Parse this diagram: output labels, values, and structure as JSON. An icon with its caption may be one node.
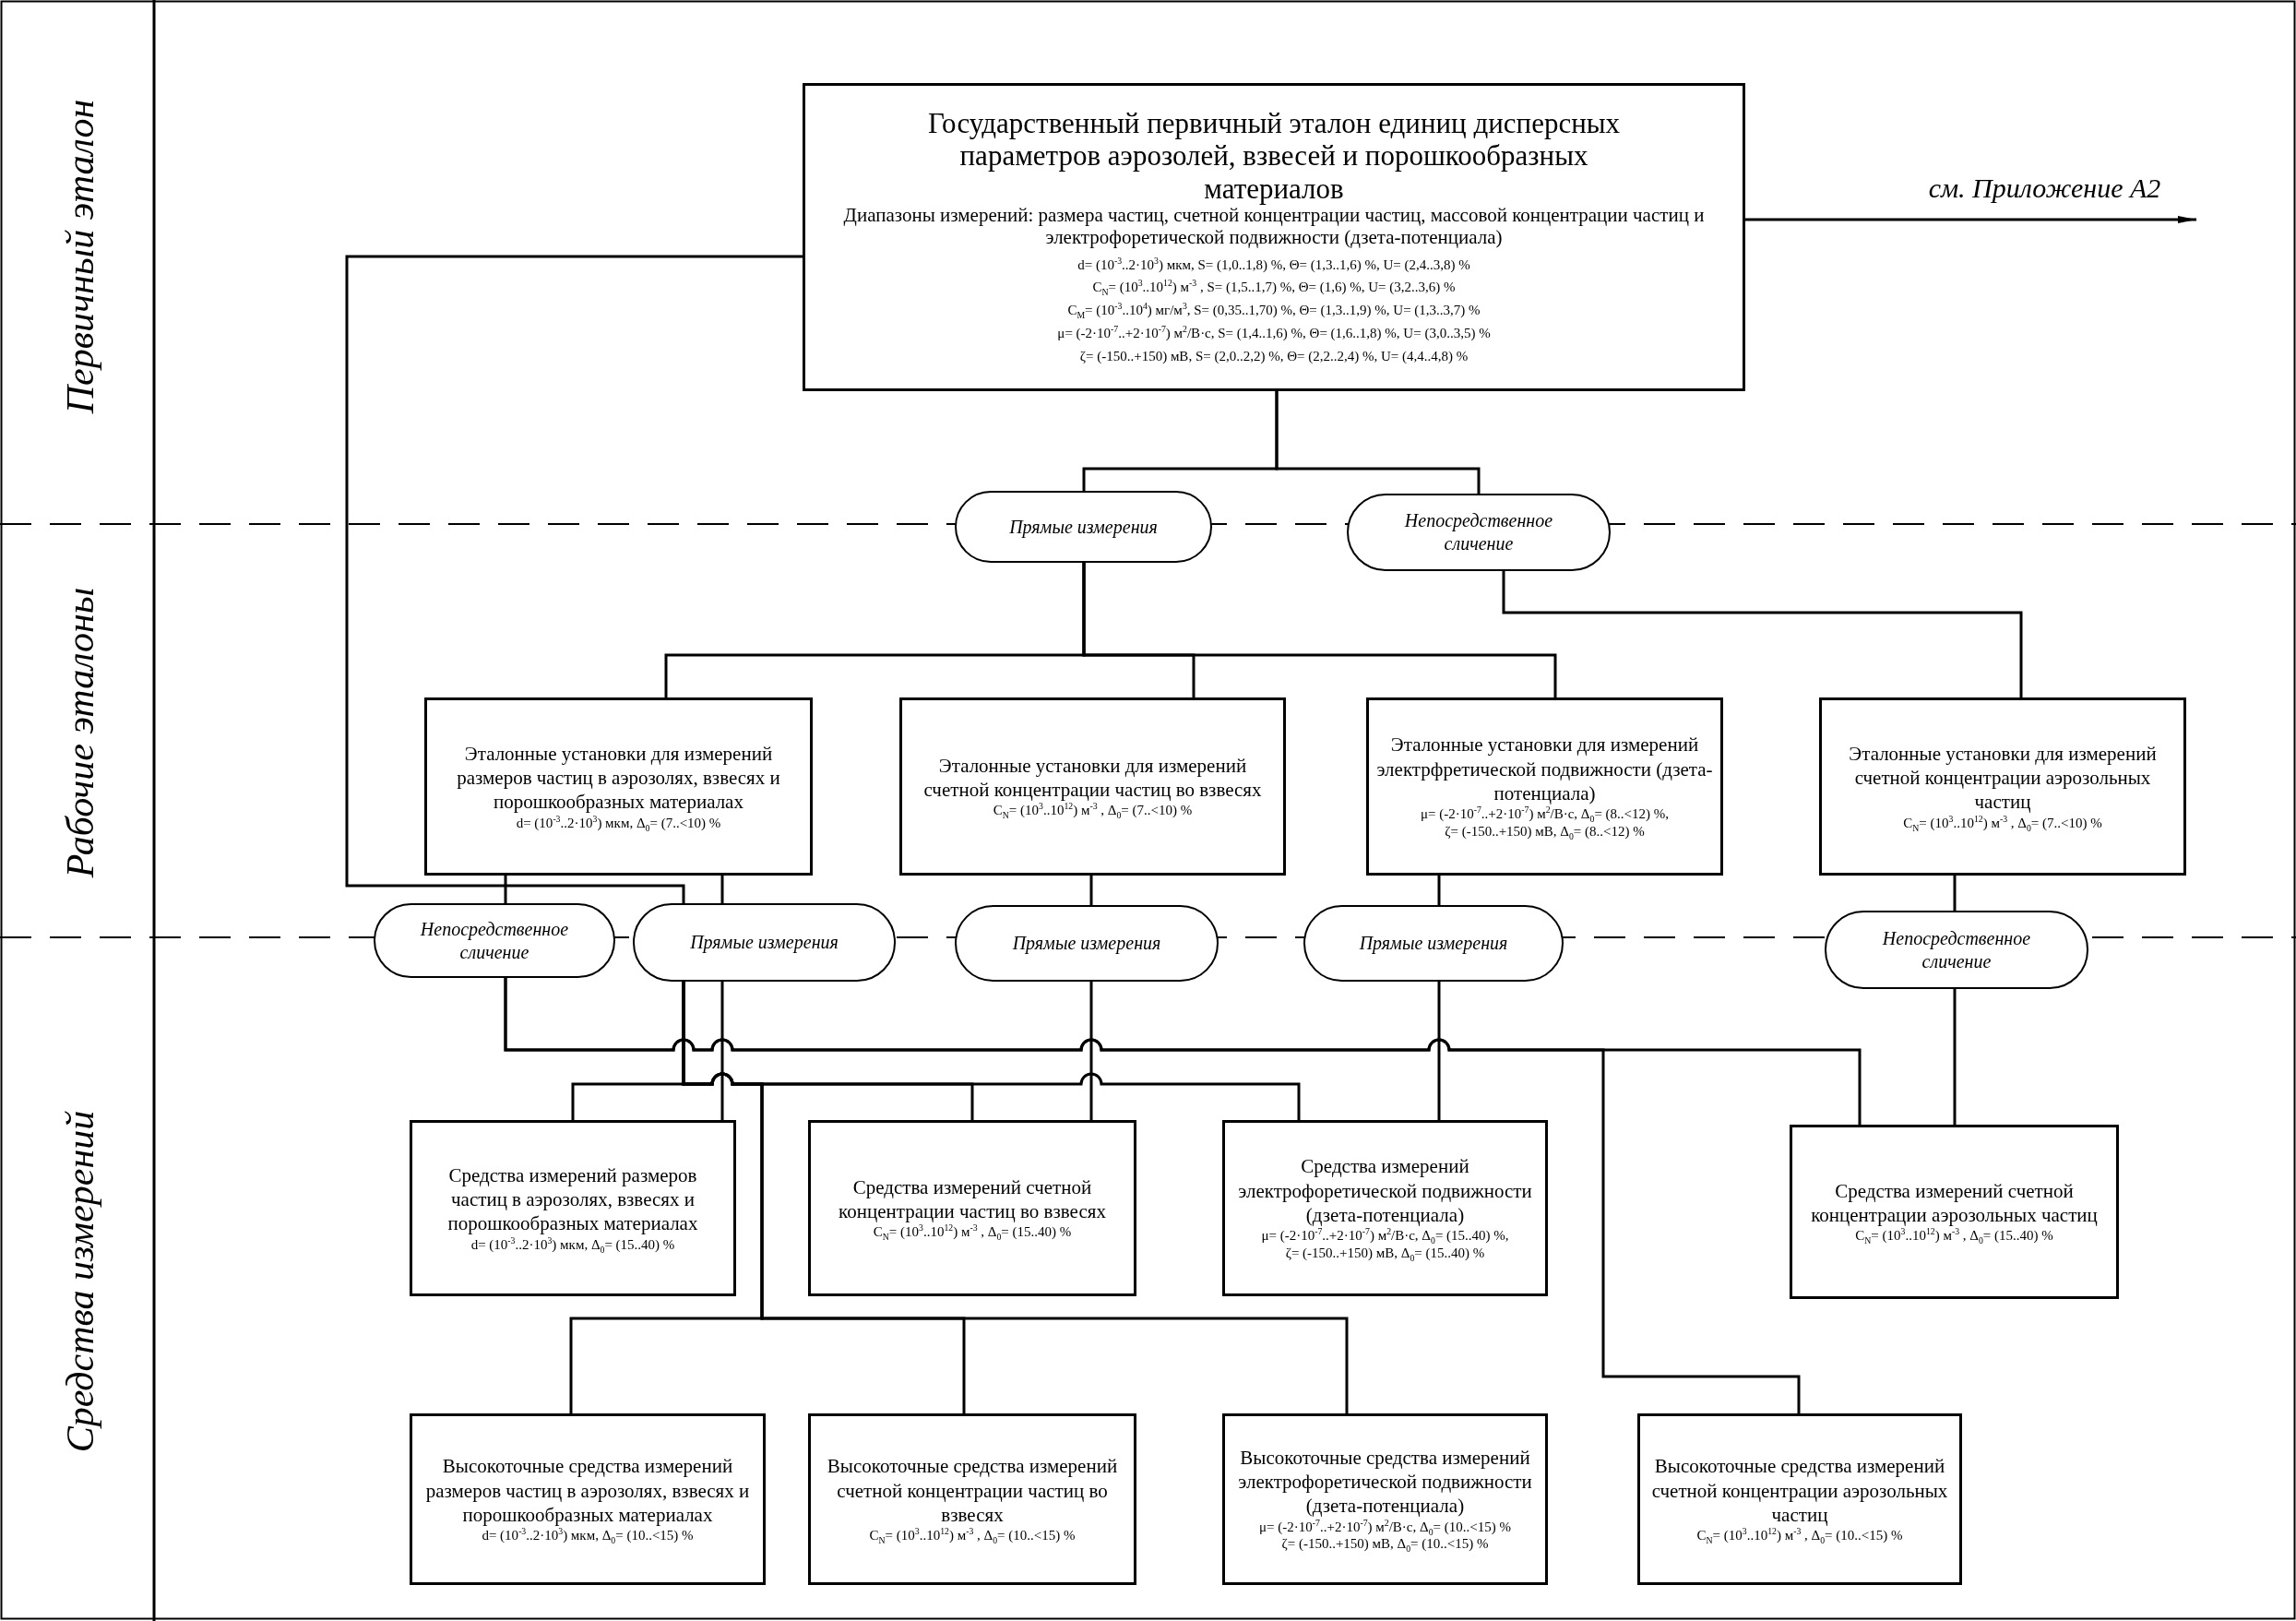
{
  "diagram": {
    "nodes": [
      {
        "text": [
          "Государственный первичный эталон единиц дисперсных параметров аэрозолей, взвесей и порошкообразных материалов",
          "Диапазоны измерений: размера частиц, счетной концентрации частиц, массовой концентрации частиц и электрофоретической подвижности (дзета-потенциала)",
          "d= (10$^{-3}$..2·10$^{3}$) мкм, S= (1,0..1,8) %, Θ= (1,3..1,6) %, U= (2,4..3,8) %",
          "C$_{N}$= (10$^{3}$..10$^{12}$) м$^{-3}$ , S= (1,5..1,7) %, Θ= (1,6) %, U= (3,2..3,6) %",
          "C$_{M}$= (10$^{-3}$..10$^{4}$) мг/м$^{3}$, S= (0,35..1,70) %, Θ= (1,3..1,9) %, U= (1,3..3,7) %",
          "μ= (-2·10$^{-7}$..+2·10$^{-7}$) м$^{2}$/В·с, S= (1,4..1,6) %, Θ= (1,6..1,8) %, U= (3,0..3,5) %",
          "ζ= (-150..+150) мВ, S= (2,0..2,2) %, Θ= (2,2..2,4) %, U= (4,4..4,8) %"
        ]
      },
      {
        "text": [
          "Прямые измерения"
        ]
      },
      {
        "text": [
          "Непосредственное сличение"
        ]
      },
      {
        "text": [
          "Эталонные установки для измерений размеров частиц в аэрозолях, взвесях и порошкообразных материалах",
          "d= (10$^{-3}$..2·10$^{3}$) мкм, Δ$_{0}$= (7..<10) %"
        ]
      },
      {
        "text": [
          "Эталонные установки для измерений счетной концентрации частиц во взвесях",
          "C$_{N}$= (10$^{3}$..10$^{12}$) м$^{-3}$ , Δ$_{0}$= (7..<10) %"
        ]
      },
      {
        "text": [
          "Эталонные установки для измерений электрфретической подвижности (дзета-потенциала)",
          "μ= (-2·10$^{-7}$..+2·10$^{-7}$) м$^{2}$/В·с, Δ$_{0}$= (8..<12) %,",
          "ζ= (-150..+150) мВ, Δ$_{0}$= (8..<12) %"
        ]
      },
      {
        "text": [
          "Эталонные установки для измерений счетной концентрации аэрозольных частиц",
          "C$_{N}$= (10$^{3}$..10$^{12}$) м$^{-3}$ , Δ$_{0}$= (7..<10) %"
        ]
      },
      {
        "text": [
          "Непосредственное сличение"
        ]
      },
      {
        "text": [
          "Прямые измерения"
        ]
      },
      {
        "text": [
          "Прямые измерения"
        ]
      },
      {
        "text": [
          "Прямые измерения"
        ]
      },
      {
        "text": [
          "Непосредственное сличение"
        ]
      },
      {
        "text": [
          "Средства измерений размеров частиц в аэрозолях, взвесях и порошкообразных материалах",
          "d= (10$^{-3}$..2·10$^{3}$) мкм, Δ$_{0}$= (15..40) %"
        ]
      },
      {
        "text": [
          "Средства измерений счетной концентрации частиц во взвесях",
          "C$_{N}$= (10$^{3}$..10$^{12}$) м$^{-3}$ , Δ$_{0}$= (15..40) %"
        ]
      },
      {
        "text": [
          "Средства измерений электрофоретической подвижности (дзета-потенциала)",
          "μ= (-2·10$^{-7}$..+2·10$^{-7}$) м$^{2}$/В·с, Δ$_{0}$= (15..40) %,",
          "ζ= (-150..+150) мВ, Δ$_{0}$= (15..40) %"
        ]
      },
      {
        "text": [
          "Средства измерений счетной концентрации аэрозольных частиц",
          "C$_{N}$= (10$^{3}$..10$^{12}$) м$^{-3}$ , Δ$_{0}$= (15..40) %"
        ]
      },
      {
        "text": [
          "Высокоточные средства измерений размеров частиц в аэрозолях, взвесях и порошкообразных материалах",
          "d= (10$^{-3}$..2·10$^{3}$) мкм, Δ$_{0}$= (10..<15) %"
        ]
      },
      {
        "text": [
          "Высокоточные средства измерений счетной концентрации частиц во взвесях",
          "C$_{N}$= (10$^{3}$..10$^{12}$) м$^{-3}$ , Δ$_{0}$= (10..<15) %"
        ]
      },
      {
        "text": [
          "Высокоточные средства измерений электрофоретической подвижности (дзета-потенциала)",
          "μ= (-2·10$^{-7}$..+2·10$^{-7}$) м$^{2}$/В·с, Δ$_{0}$= (10..<15) %",
          "ζ= (-150..+150) мВ, Δ$_{0}$= (10..<15) %"
        ]
      },
      {
        "text": [
          "Высокоточные средства измерений счетной концентрации аэрозольных частиц",
          "C$_{N}$= (10$^{3}$..10$^{12}$) м$^{-3}$ , Δ$_{0}$= (10..<15) %"
        ]
      }
    ],
    "edges": [
      {
        "from": 0,
        "to": null,
        "arrow": "to",
        "label": "см. Приложение А2"
      },
      {
        "from": 0,
        "to": 1,
        "arrow": "none"
      },
      {
        "from": 0,
        "to": 2,
        "arrow": "none"
      },
      {
        "from": 0,
        "to": 8,
        "arrow": "none"
      },
      {
        "from": 1,
        "to": 3,
        "arrow": "none"
      },
      {
        "from": 1,
        "to": 4,
        "arrow": "none"
      },
      {
        "from": 1,
        "to": 5,
        "arrow": "none"
      },
      {
        "from": 2,
        "to": 6,
        "arrow": "none"
      },
      {
        "from": 3,
        "to": 7,
        "arrow": "none"
      },
      {
        "from": 3,
        "to": 8,
        "arrow": "none"
      },
      {
        "from": 4,
        "to": 9,
        "arrow": "none"
      },
      {
        "from": 5,
        "to": 10,
        "arrow": "none"
      },
      {
        "from": 6,
        "to": 11,
        "arrow": "none"
      },
      {
        "from": 7,
        "to": 15,
        "arrow": "none"
      },
      {
        "from": 7,
        "to": 19,
        "arrow": "none"
      },
      {
        "from": 8,
        "to": 12,
        "arrow": "none"
      },
      {
        "from": 8,
        "to": 12,
        "arrow": "none"
      },
      {
        "from": 8,
        "to": 13,
        "arrow": "none"
      },
      {
        "from": 8,
        "to": 14,
        "arrow": "none"
      },
      {
        "from": 8,
        "to": 16,
        "arrow": "none"
      },
      {
        "from": 8,
        "to": 17,
        "arrow": "none"
      },
      {
        "from": 8,
        "to": 18,
        "arrow": "none"
      },
      {
        "from": 9,
        "to": 13,
        "arrow": "none"
      },
      {
        "from": 10,
        "to": 14,
        "arrow": "none"
      },
      {
        "from": 11,
        "to": 15,
        "arrow": "none"
      }
    ],
    "labels": [
      "Первичный эталон",
      "Рабочие эталоны",
      "Средства измерений"
    ]
  }
}
